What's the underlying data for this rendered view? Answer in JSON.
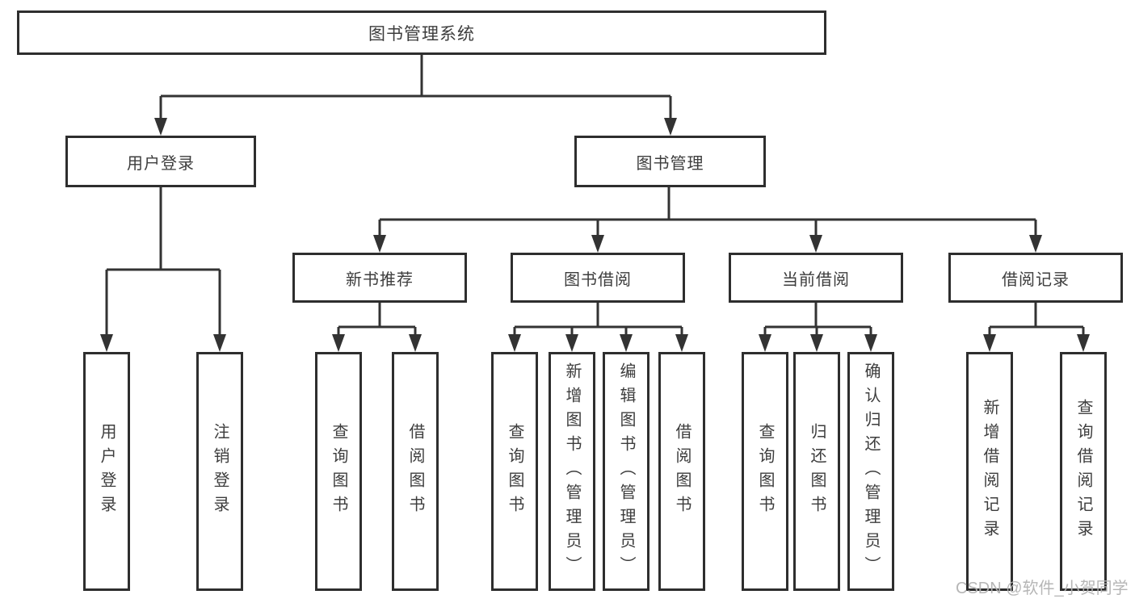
{
  "diagram": {
    "root": "图书管理系统",
    "user_login": {
      "label": "用户登录",
      "children": [
        "用户登录",
        "注销登录"
      ]
    },
    "book_mgmt": {
      "label": "图书管理",
      "groups": [
        {
          "label": "新书推荐",
          "children": [
            "查询图书",
            "借阅图书"
          ]
        },
        {
          "label": "图书借阅",
          "children": [
            "查询图书",
            "新增图书（管理员）",
            "编辑图书（管理员）",
            "借阅图书"
          ]
        },
        {
          "label": "当前借阅",
          "children": [
            "查询图书",
            "归还图书",
            "确认归还（管理员）"
          ]
        },
        {
          "label": "借阅记录",
          "children": [
            "新增借阅记录",
            "查询借阅记录"
          ]
        }
      ]
    }
  },
  "watermark": "CSDN @软件_小贺同学",
  "colors": {
    "line": "#333333",
    "box_border": "#2e2e2e",
    "text": "#3d3d3d",
    "watermark": "#b2b2b2",
    "background": "#ffffff"
  }
}
